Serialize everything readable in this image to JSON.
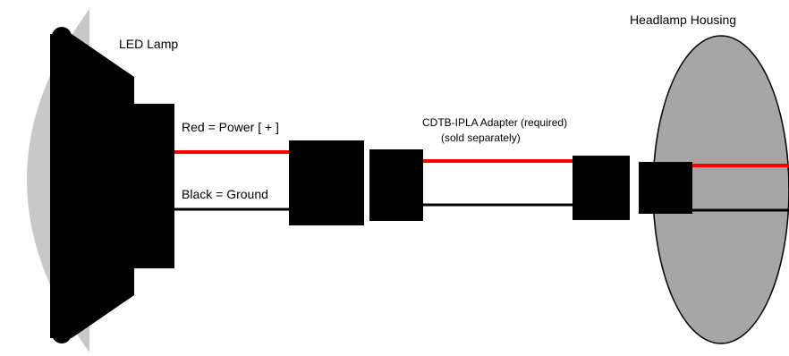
{
  "labels": {
    "led_lamp": "LED Lamp",
    "headlamp_housing": "Headlamp Housing",
    "red_wire": "Red = Power [ + ]",
    "black_wire": "Black = Ground",
    "adapter_title": "CDTB-IPLA Adapter (required)",
    "adapter_note": "(sold separately)"
  },
  "colors": {
    "power_wire": "#ff0000",
    "ground_wire": "#000000",
    "lamp_lens": "#c8c8c8",
    "housing": "#a6a6a6",
    "connector": "#000000"
  }
}
